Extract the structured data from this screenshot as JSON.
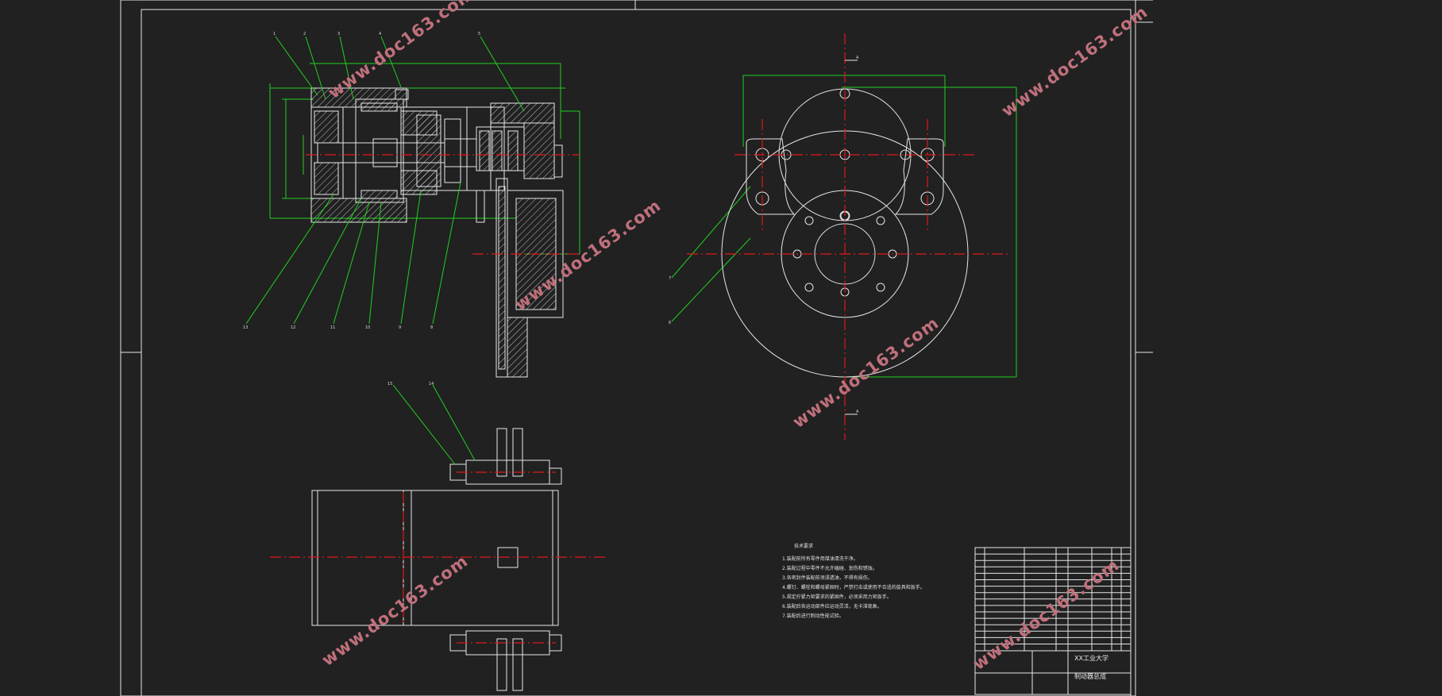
{
  "watermark": "www.doc163.com",
  "technical_requirements": {
    "heading": "技术要求",
    "lines": [
      "1.装配前所有零件用煤油清洗干净。",
      "2.装配过程中零件不允许磕碰、划伤和锈蚀。",
      "3.各密封件装配前须浸透油，不得有损伤。",
      "4.螺钉、螺栓和螺母紧固时，严禁打击或使用不合适的旋具和扳手。",
      "5.规定拧紧力矩要求的紧固件，必须采用力矩扳手。",
      "6.装配后各运动部件应运动灵活，无卡滞现象。",
      "7.装配后进行制动性能试验。"
    ]
  },
  "title_block": {
    "company": "XX工业大学",
    "drawing_name": "制动器总成"
  },
  "colors": {
    "background": "#212121",
    "outline": "#e6e6e6",
    "dimension": "#1fd11f",
    "centerline": "#e01818",
    "watermark": "#c0707c"
  }
}
